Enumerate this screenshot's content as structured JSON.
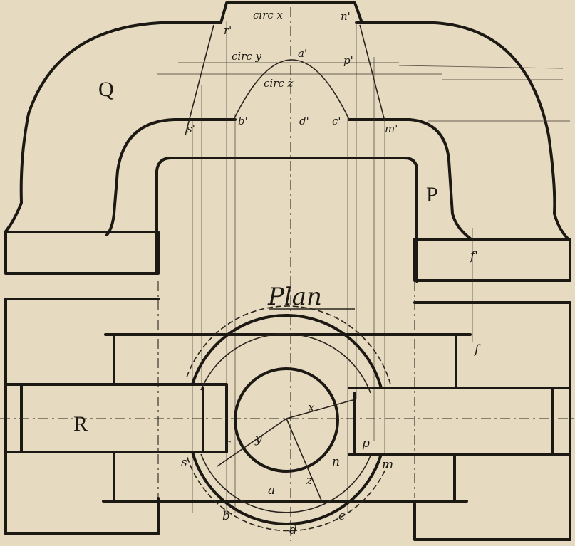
{
  "diagram": {
    "title": "Plan",
    "part_labels": {
      "Q": "Q",
      "P": "P",
      "R": "R",
      "f_prime": "f'",
      "f": "f"
    },
    "elevation_labels": {
      "circ_x": "circ x",
      "n_prime": "n'",
      "r_prime": "r'",
      "circ_y": "circ y",
      "a_prime": "a'",
      "p_prime": "p'",
      "circ_z": "circ z",
      "s_prime": "s'",
      "b_prime": "b'",
      "d_prime": "d'",
      "c_prime": "c'",
      "m_prime": "m'"
    },
    "plan_labels": {
      "x": "x",
      "y": "y",
      "z": "z",
      "r": "r",
      "p": "p",
      "s": "s",
      "n": "n",
      "m": "m",
      "a": "a",
      "b": "b",
      "c": "c",
      "d": "d"
    }
  }
}
